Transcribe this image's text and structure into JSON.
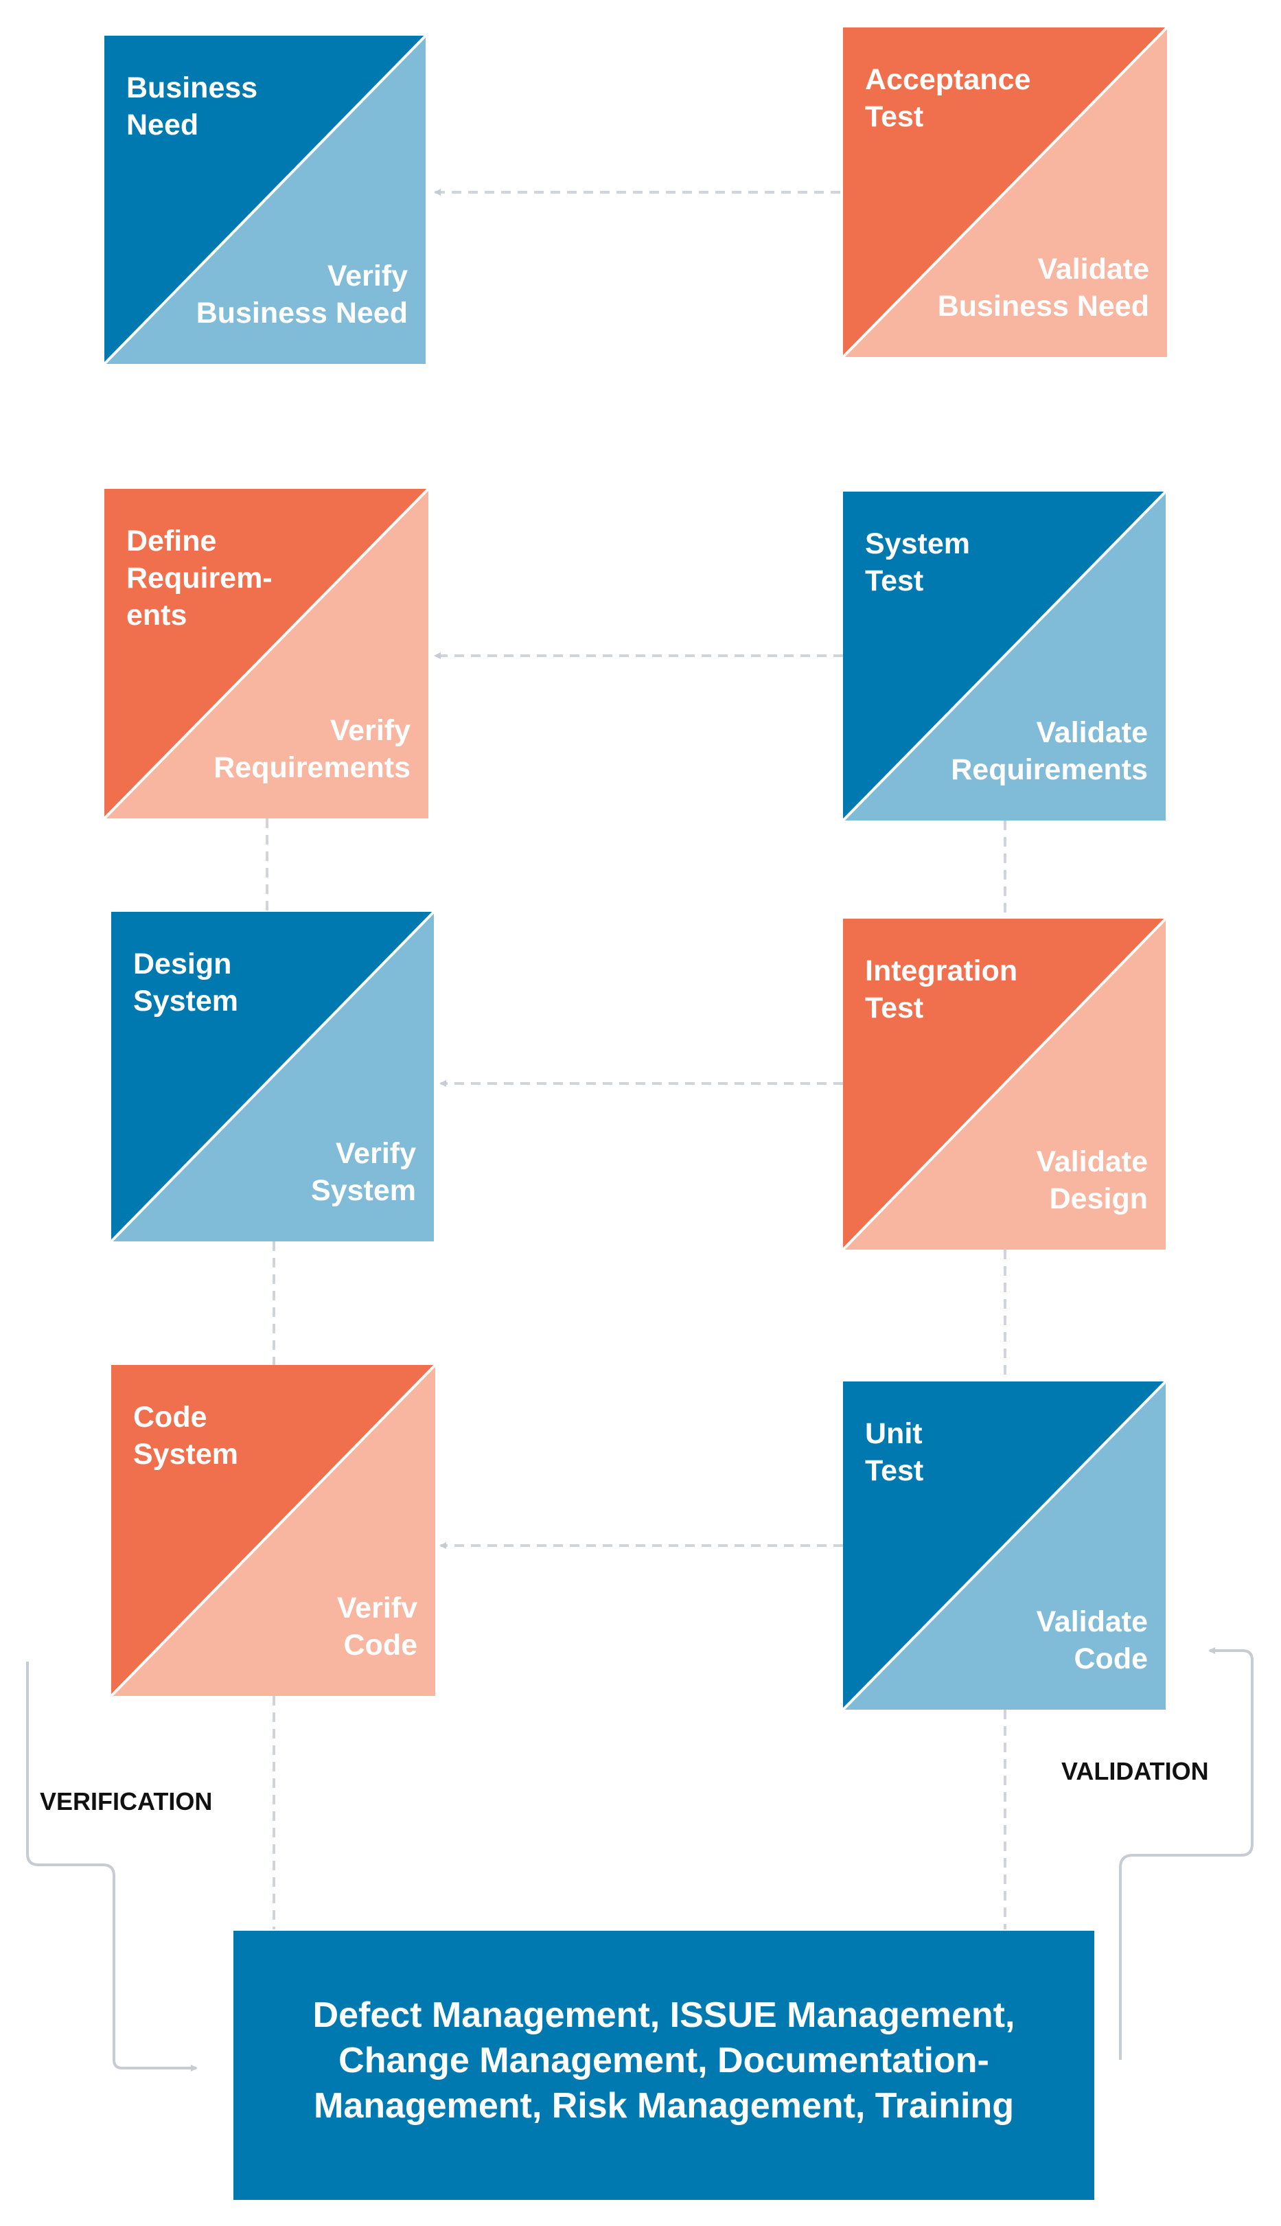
{
  "colors": {
    "blue_dark": "#0079b0",
    "blue_light": "#80bbd8",
    "orange_dark": "#f0704d",
    "orange_light": "#f8b6a1",
    "connector": "#d0d5dc"
  },
  "left_boxes": [
    {
      "id": "business-need",
      "theme": "blue",
      "top": [
        "Business",
        "Need"
      ],
      "bottom": [
        "Verify",
        "Business Need"
      ]
    },
    {
      "id": "define-requirements",
      "theme": "orange",
      "top": [
        "Define",
        "Requirem-",
        "ents"
      ],
      "bottom": [
        "Verify",
        "Requirements"
      ]
    },
    {
      "id": "design-system",
      "theme": "blue",
      "top": [
        "Design",
        "System"
      ],
      "bottom": [
        "Verify",
        "System"
      ]
    },
    {
      "id": "code-system",
      "theme": "orange",
      "top": [
        "Code",
        "System"
      ],
      "bottom": [
        "Verifv",
        "Code"
      ]
    }
  ],
  "right_boxes": [
    {
      "id": "acceptance-test",
      "theme": "orange",
      "top": [
        "Acceptance",
        "Test"
      ],
      "bottom": [
        "Validate",
        "Business Need"
      ]
    },
    {
      "id": "system-test",
      "theme": "blue",
      "top": [
        "System",
        "Test"
      ],
      "bottom": [
        "Validate",
        "Requirements"
      ]
    },
    {
      "id": "integration-test",
      "theme": "orange",
      "top": [
        "Integration",
        "Test"
      ],
      "bottom": [
        "Validate",
        "Design"
      ]
    },
    {
      "id": "unit-test",
      "theme": "blue",
      "top": [
        "Unit",
        "Test"
      ],
      "bottom": [
        "Validate",
        "Code"
      ]
    }
  ],
  "labels": {
    "verification": "VERIFICATION",
    "validation": "VALIDATION"
  },
  "footer": {
    "lines": [
      "Defect Management, ISSUE Management,",
      "Change Management, Documentation-",
      "Management, Risk Management, Training"
    ]
  }
}
